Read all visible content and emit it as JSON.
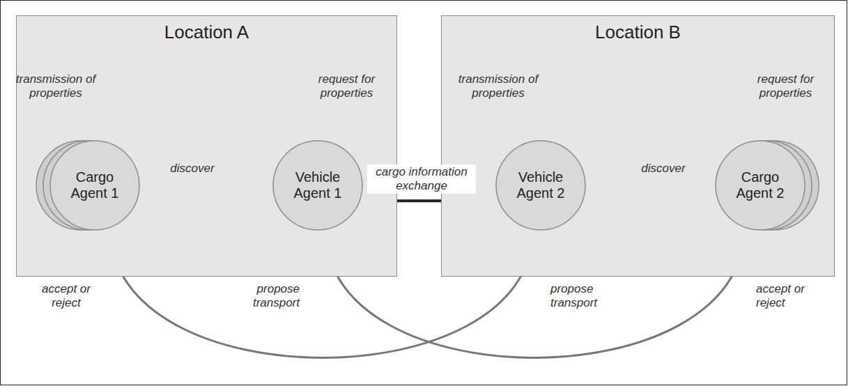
{
  "diagram": {
    "nodes": [
      {
        "text": [
          "Location A"
        ]
      },
      {
        "text": [
          "Cargo Agent 1"
        ],
        "in": 0
      },
      {
        "text": [
          "Vehicle Agent 1"
        ],
        "in": 0
      },
      {
        "text": [
          "Location B"
        ]
      },
      {
        "text": [
          "Vehicle Agent 2"
        ],
        "in": 3
      },
      {
        "text": [
          "Cargo Agent 2"
        ],
        "in": 3
      }
    ],
    "edges": [
      {
        "from": 1,
        "to": 2,
        "arrow": "both",
        "label": "transmission of properties"
      },
      {
        "from": 2,
        "to": 1,
        "arrow": "to",
        "label": "discover"
      },
      {
        "from": 2,
        "to": 4,
        "arrow": "both",
        "label": "cargo information exchange"
      },
      {
        "from": 4,
        "to": 5,
        "arrow": "both",
        "label": "transmission of properties"
      },
      {
        "from": 4,
        "to": 5,
        "arrow": "to",
        "label": "discover"
      },
      {
        "from": 1,
        "to": 4,
        "arrow": "both",
        "label": "accept or reject"
      },
      {
        "from": 2,
        "to": 5,
        "arrow": "both",
        "label": "propose transport"
      }
    ],
    "labels": [
      "request for properties",
      "request for properties",
      "propose transport",
      "accept or reject"
    ]
  }
}
